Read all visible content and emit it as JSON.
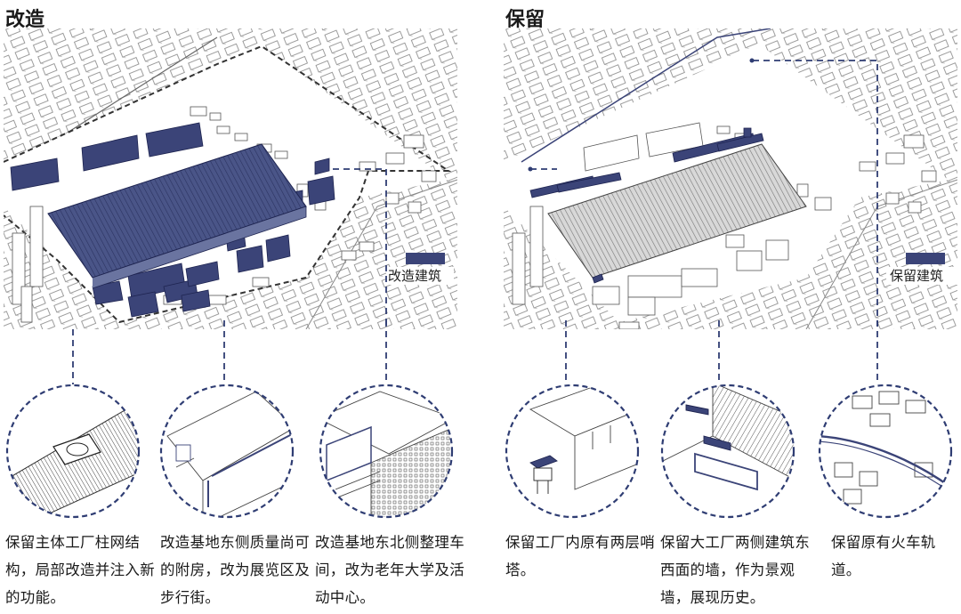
{
  "panels": {
    "left": {
      "title": "改造",
      "legend_label": "改造建筑",
      "captions": [
        "保留主体工厂柱网结构，局部改造并注入新的功能。",
        "改造基地东侧质量尚可的附房，改为展览区及步行街。",
        "改造基地东北侧整理车间，改为老年大学及活动中心。"
      ]
    },
    "right": {
      "title": "保留",
      "legend_label": "保留建筑",
      "captions": [
        "保留工厂内原有两层哨塔。",
        "保留大工厂两侧建筑东西面的墙，作为景观墙，展现历史。",
        "保留原有火车轨道。"
      ]
    }
  },
  "colors": {
    "highlight": "#3b4478",
    "dashed_leader": "#2f3d73",
    "linework": "#555555"
  }
}
